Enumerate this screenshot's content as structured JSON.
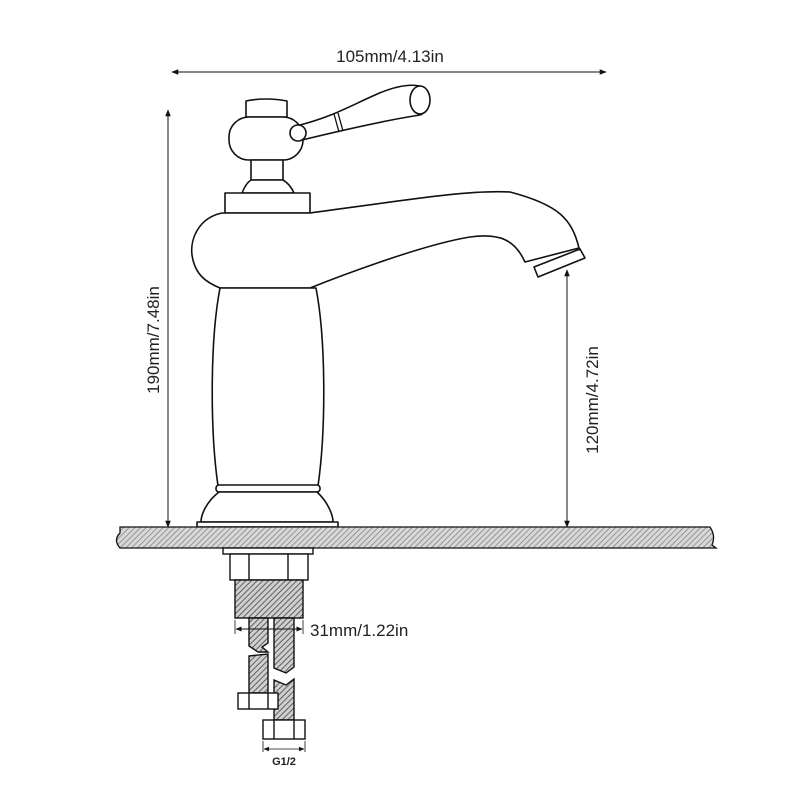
{
  "diagram": {
    "subject": "Single-lever basin faucet dimension drawing",
    "dimensions": {
      "width": "105mm/4.13in",
      "total_height": "190mm/7.48in",
      "spout_height": "120mm/4.72in",
      "shank_diameter": "31mm/1.22in",
      "connector_thread": "G1/2"
    },
    "colors": {
      "line": "#111111",
      "hatch": "#8a8a8a",
      "background": "#ffffff"
    }
  }
}
